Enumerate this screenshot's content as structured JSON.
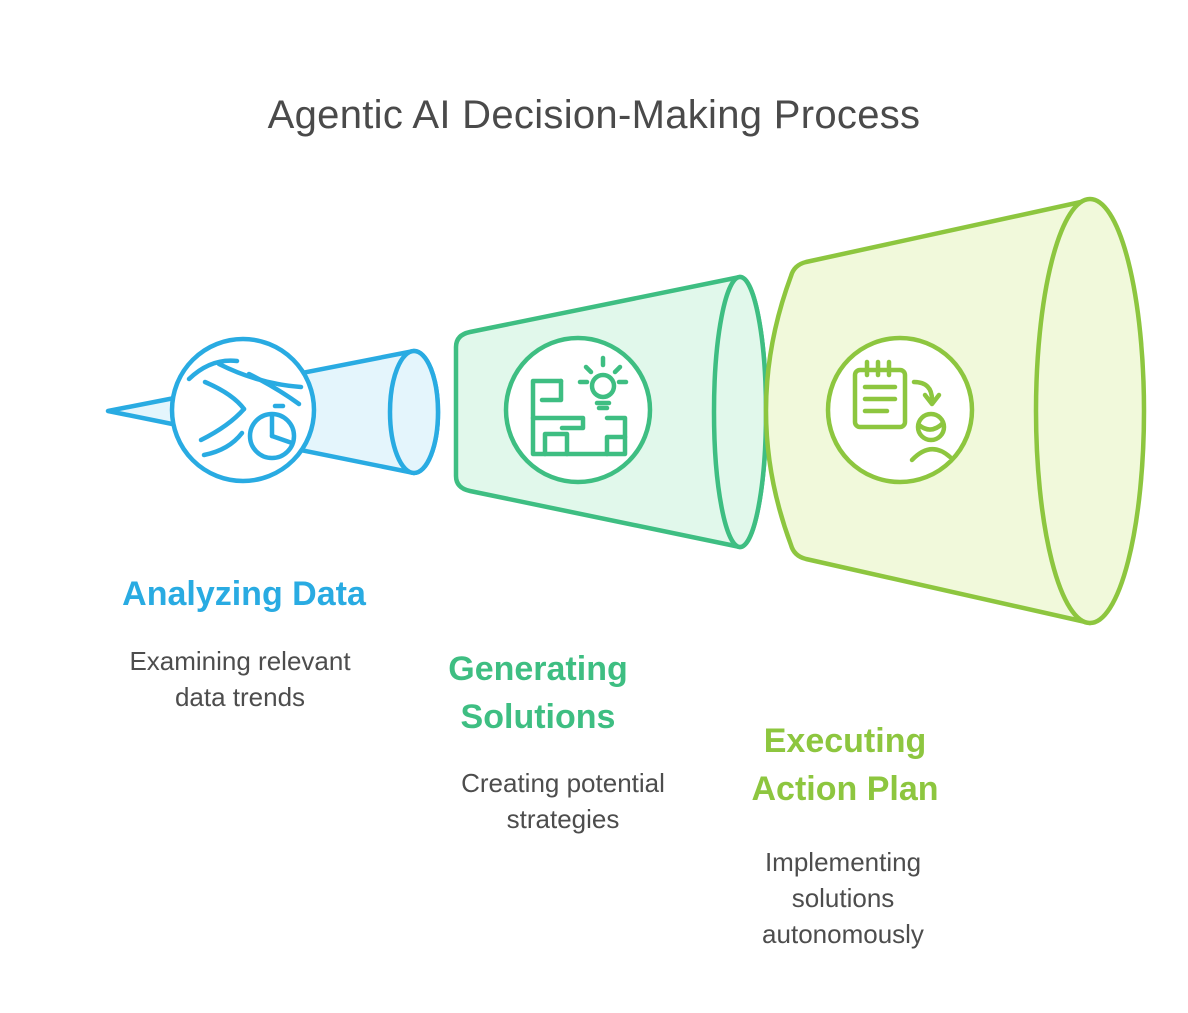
{
  "title": "Agentic AI Decision-Making Process",
  "colors": {
    "title_text": "#4A4A4A",
    "description_text": "#4D4D4D",
    "background": "#FFFFFF"
  },
  "stages": [
    {
      "label": "Analyzing Data",
      "description": "Examining relevant\ndata trends",
      "icon": "wind-trends-pie-icon",
      "accent_color": "#29ABE2",
      "fill_color": "#E4F5FC"
    },
    {
      "label": "Generating\nSolutions",
      "description": "Creating potential\nstrategies",
      "icon": "maze-lightbulb-icon",
      "accent_color": "#3EBE82",
      "fill_color": "#E1F8EB"
    },
    {
      "label": "Executing\nAction Plan",
      "description": "Implementing\nsolutions\nautonomously",
      "icon": "notepad-task-person-icon",
      "accent_color": "#8DC63F",
      "fill_color": "#F1F9DB"
    }
  ]
}
